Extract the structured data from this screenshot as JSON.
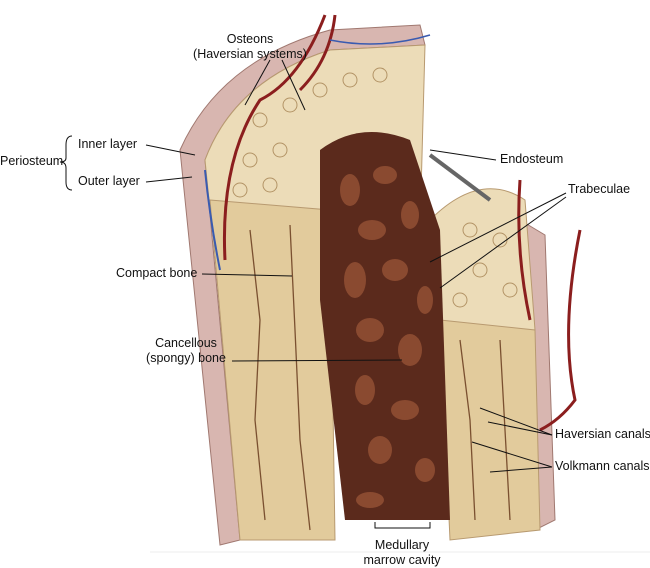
{
  "labels": {
    "osteons_line1": "Osteons",
    "osteons_line2": "(Haversian systems)",
    "periosteum": "Periosteum",
    "inner_layer": "Inner layer",
    "outer_layer": "Outer layer",
    "endosteum": "Endosteum",
    "trabeculae": "Trabeculae",
    "compact_bone": "Compact bone",
    "cancellous_line1": "Cancellous",
    "cancellous_line2": "(spongy) bone",
    "haversian_canals": "Haversian canals",
    "volkmann_canals": "Volkmann canals",
    "medullary_line1": "Medullary",
    "medullary_line2": "marrow cavity"
  },
  "colors": {
    "compact_bone": "#e6d2a8",
    "spongy_bone": "#5b2a1c",
    "periosteum": "#d8b6b0",
    "vessel_red": "#8b1e1e",
    "vessel_blue": "#3a5bb0",
    "leader_line": "#111111"
  }
}
